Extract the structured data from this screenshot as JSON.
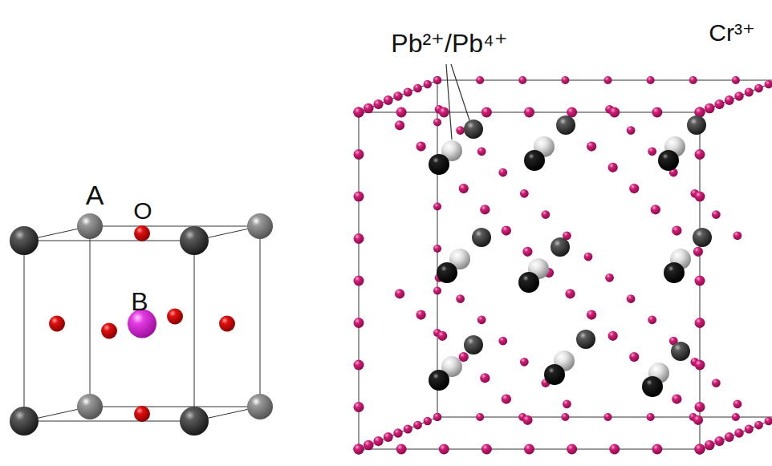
{
  "diagram": {
    "labels": [
      "A",
      "O",
      "B",
      "Pb²⁺/Pb⁴⁺",
      "Cr³⁺"
    ]
  }
}
